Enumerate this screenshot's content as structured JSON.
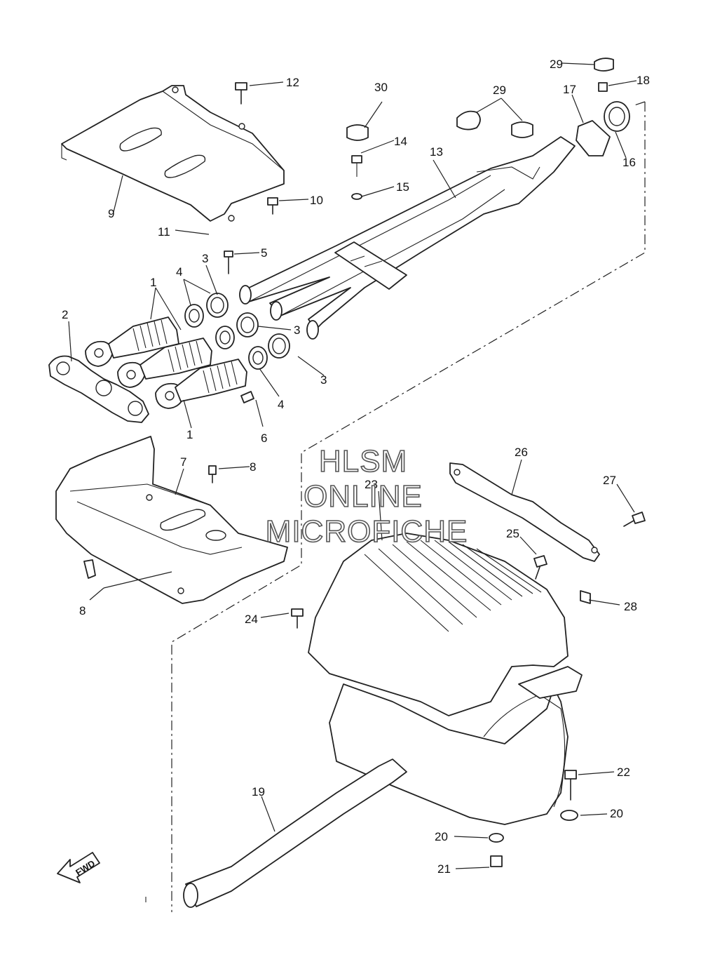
{
  "diagram": {
    "callouts": [
      "1",
      "1",
      "2",
      "3",
      "3",
      "3",
      "4",
      "4",
      "5",
      "6",
      "7",
      "8",
      "8",
      "9",
      "10",
      "11",
      "12",
      "13",
      "14",
      "15",
      "16",
      "17",
      "18",
      "19",
      "20",
      "20",
      "21",
      "22",
      "23",
      "24",
      "25",
      "26",
      "27",
      "28",
      "29",
      "29",
      "30"
    ],
    "watermark": {
      "line1": "HLSM",
      "line2": "ONLINE",
      "line3": "MICROFICHE"
    },
    "direction_label": "FWD"
  }
}
